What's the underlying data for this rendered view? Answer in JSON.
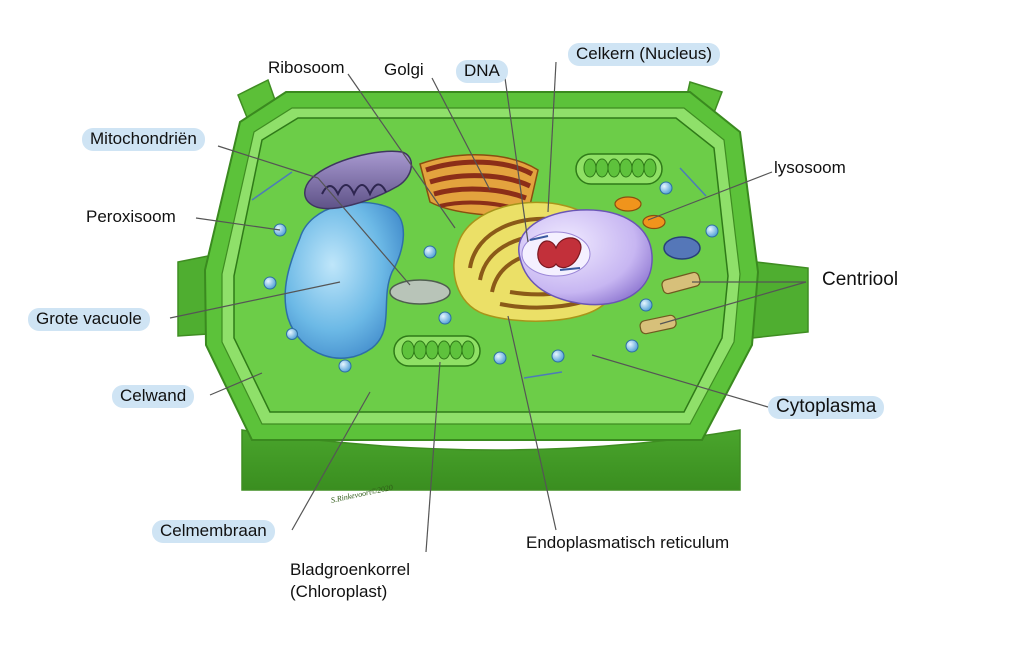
{
  "labels": {
    "ribosoom": "Ribosoom",
    "golgi": "Golgi",
    "dna": "DNA",
    "celkern": "Celkern (Nucleus)",
    "mitochondrien": "Mitochondriën",
    "lysosoom": "lysosoom",
    "peroxisoom": "Peroxisoom",
    "centriool": "Centriool",
    "grote_vacuole": "Grote vacuole",
    "celwand": "Celwand",
    "cytoplasma": "Cytoplasma",
    "celmembraan": "Celmembraan",
    "bladgroenkorrel_1": "Bladgroenkorrel",
    "bladgroenkorrel_2": "(Chloroplast)",
    "endoplasmatisch_reticulum": "Endoplasmatisch reticulum"
  },
  "signature": "S.Rinkevoort©2020",
  "colors": {
    "label_pill": "#cfe4f4",
    "cell_wall": "#55b832",
    "cytoplasm": "#66c845",
    "vacuole": "#5fb0e0",
    "golgi": "#d9892c",
    "nucleus": "#b9a8ec",
    "er": "#e6d95a",
    "chloroplast": "#7ed957",
    "mitochondria": "#7d70a6"
  }
}
